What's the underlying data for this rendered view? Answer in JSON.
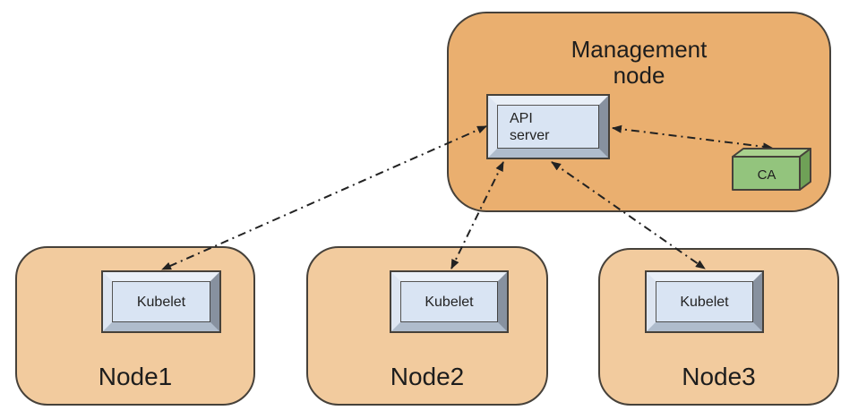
{
  "diagram": {
    "type": "architecture-diagram",
    "management_node": {
      "label": "Management node",
      "api_server_label": "API server",
      "ca_label": "CA"
    },
    "nodes": [
      {
        "label": "Node1",
        "kubelet_label": "Kubelet"
      },
      {
        "label": "Node2",
        "kubelet_label": "Kubelet"
      },
      {
        "label": "Node3",
        "kubelet_label": "Kubelet"
      }
    ],
    "connections": [
      {
        "from": "API server",
        "to": "Kubelet (Node1)",
        "style": "dash-dot",
        "bidirectional": true
      },
      {
        "from": "API server",
        "to": "Kubelet (Node2)",
        "style": "dash-dot",
        "bidirectional": true
      },
      {
        "from": "API server",
        "to": "Kubelet (Node3)",
        "style": "dash-dot",
        "bidirectional": true
      },
      {
        "from": "API server",
        "to": "CA",
        "style": "dash-dot",
        "bidirectional": true
      }
    ],
    "colors": {
      "outline": "#46413a",
      "management_fill": "#eaaf6f",
      "node_fill": "#f2cb9e",
      "cap_face": "#d9e4f3",
      "cap_top": "#e9eff7",
      "cap_left": "#dde5f1",
      "cap_right": "#87919f",
      "cap_bottom": "#afbccc",
      "ca_front": "#93c47d",
      "ca_top": "#a9d18e",
      "ca_side": "#6fa157",
      "arrow": "#222222",
      "label": "#1d1d1d"
    }
  }
}
